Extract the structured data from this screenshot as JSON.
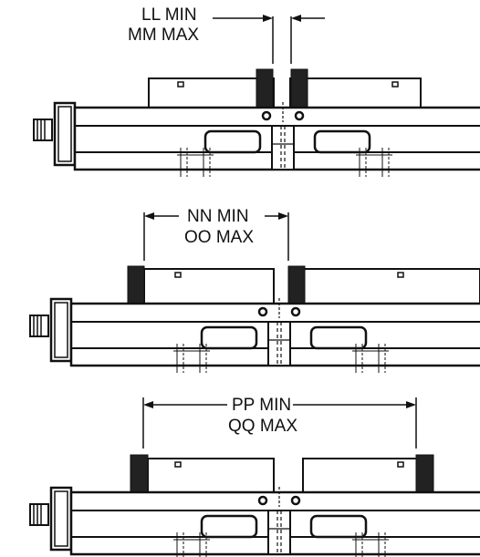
{
  "views": [
    {
      "id": "top",
      "dim_line1": "LL MIN",
      "dim_line2": "MM MAX"
    },
    {
      "id": "middle",
      "dim_line1": "NN MIN",
      "dim_line2": "OO MAX"
    },
    {
      "id": "bottom",
      "dim_line1": "PP MIN",
      "dim_line2": "QQ MAX"
    }
  ]
}
